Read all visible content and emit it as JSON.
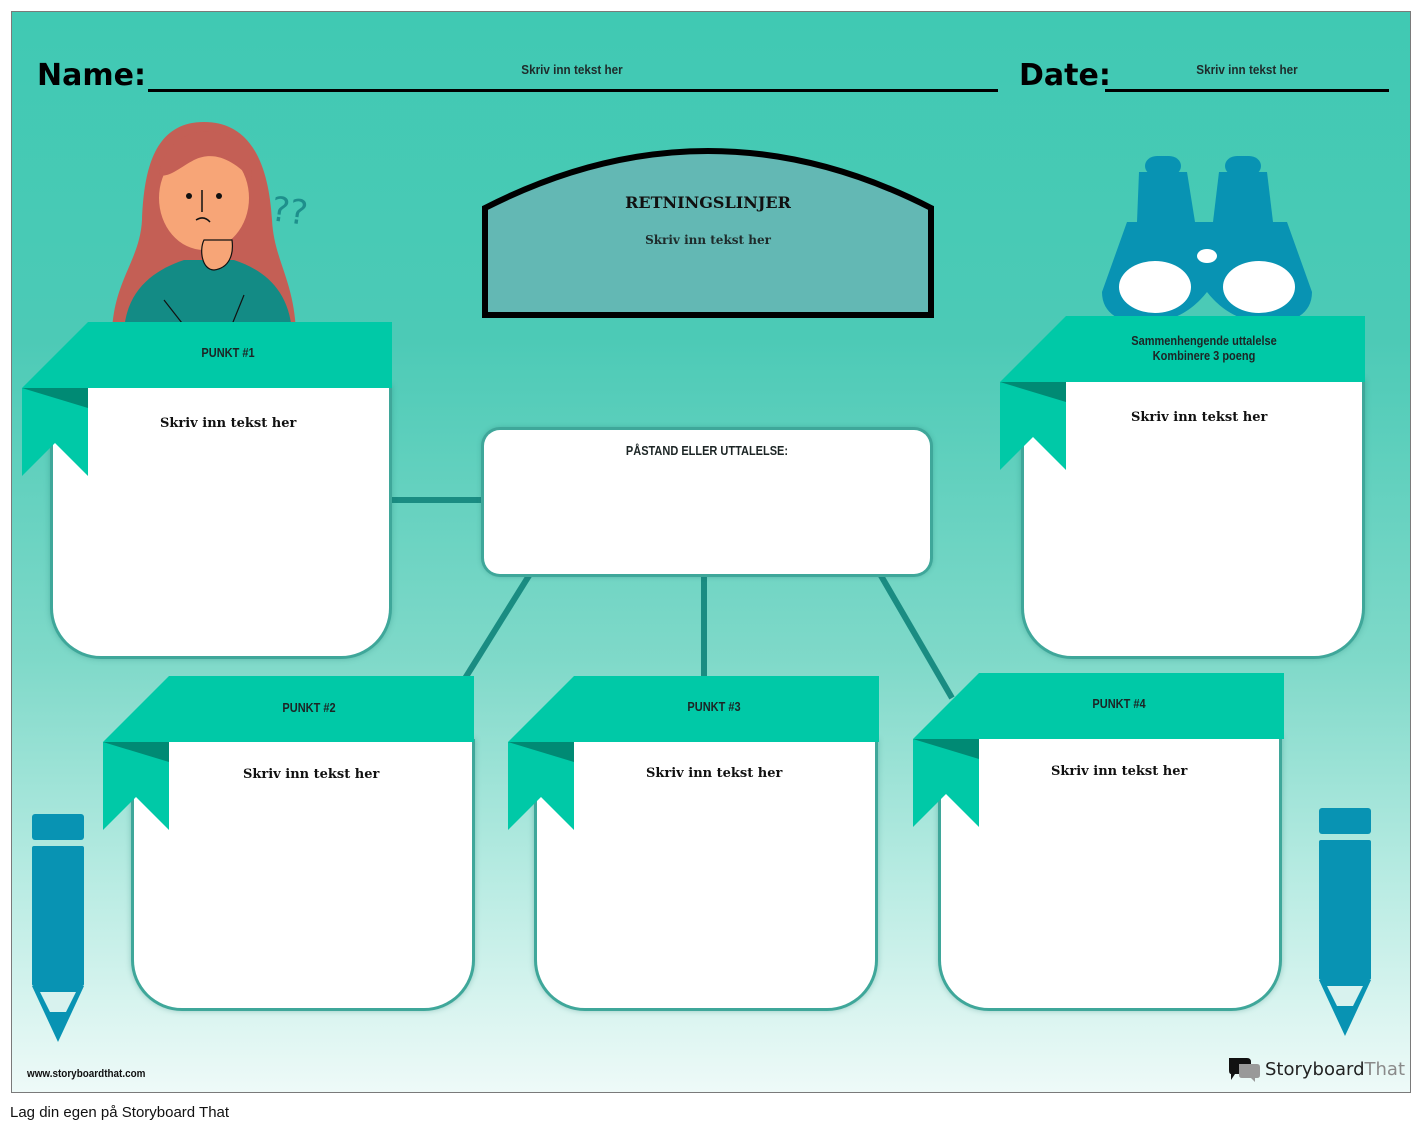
{
  "header": {
    "name_label": "Name:",
    "name_value": "Skriv inn tekst her",
    "date_label": "Date:",
    "date_value": "Skriv inn tekst her"
  },
  "guidelines": {
    "title": "RETNINGSLINJER",
    "text": "Skriv inn tekst her",
    "fill": "#63b8b4"
  },
  "claim": {
    "title": "PÅSTAND ELLER UTTALELSE:",
    "text": ""
  },
  "cards": [
    {
      "title": "PUNKT #1",
      "text": "Skriv inn tekst her"
    },
    {
      "title_line1": "Sammenhengende uttalelse",
      "title_line2": "Kombinere 3 poeng",
      "text": "Skriv inn tekst her"
    },
    {
      "title": "PUNKT #2",
      "text": "Skriv inn tekst her"
    },
    {
      "title": "PUNKT #3",
      "text": "Skriv inn tekst her"
    },
    {
      "title": "PUNKT #4",
      "text": "Skriv inn tekst her"
    }
  ],
  "icons": {
    "girl": "thinking-girl-icon",
    "question_marks": "question-marks-icon",
    "binoculars": "binoculars-icon",
    "pencil_left": "pencil-icon",
    "pencil_right": "pencil-icon"
  },
  "colors": {
    "banner": "#00c9a7",
    "banner_fold": "#008a74",
    "accent_blue": "#0893b3",
    "connector": "#1a8c82"
  },
  "footer": {
    "url": "www.storyboardthat.com",
    "brand_main": "Storyboard",
    "brand_that": "That"
  },
  "below_caption": "Lag din egen på Storyboard That"
}
